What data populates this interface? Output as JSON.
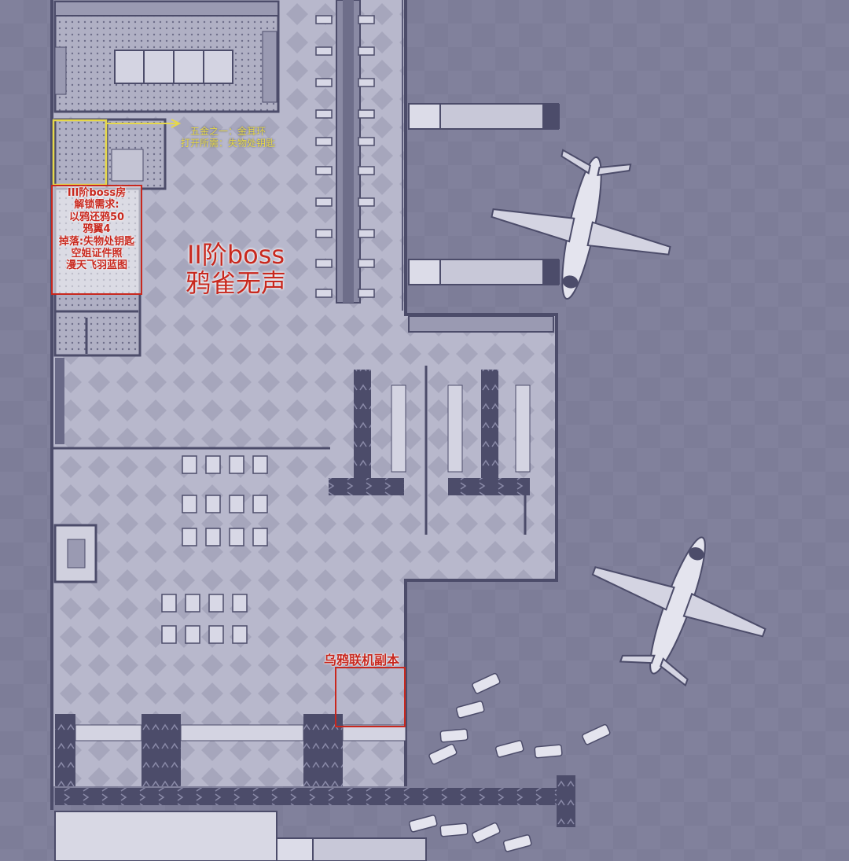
{
  "map": {
    "colors": {
      "outside": "#7d7d98",
      "floor": "#b4b4c8",
      "floor_tile": "#a0a0b8",
      "wall": "#4c4c6a",
      "dark": "#3c3c58",
      "annotation_red": "#c8281e",
      "annotation_yellow": "#e6d84a"
    },
    "icons": [
      "airplane-icon",
      "jet-bridge-icon",
      "luggage-pile-icon",
      "chair-row-icon"
    ]
  },
  "annotations": {
    "yellow_note": {
      "line1": "五金之一：金耳环",
      "line2": "打开所需：失物处钥匙"
    },
    "boss3_room": {
      "lines": [
        "III阶boss房",
        "解锁需求:",
        "以鸦还鸦50",
        "鸦翼4",
        "掉落:失物处钥匙",
        "空姐证件照",
        "漫天飞羽蓝图"
      ]
    },
    "boss2": {
      "line1": "II阶boss",
      "line2": "鸦雀无声"
    },
    "dungeon": {
      "label": "乌鸦联机副本"
    }
  }
}
